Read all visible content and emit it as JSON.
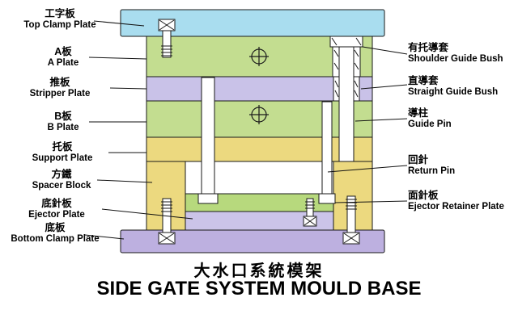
{
  "title": {
    "chinese": "大水口系統模架",
    "english": "SIDE GATE SYSTEM MOULD BASE"
  },
  "left_labels": [
    {
      "zh": "工字板",
      "en": "Top Clamp Plate"
    },
    {
      "zh": "A板",
      "en": "A Plate"
    },
    {
      "zh": "推板",
      "en": "Stripper Plate"
    },
    {
      "zh": "B板",
      "en": "B Plate"
    },
    {
      "zh": "托板",
      "en": "Support Plate"
    },
    {
      "zh": "方鐵",
      "en": "Spacer Block"
    },
    {
      "zh": "底針板",
      "en": "Ejector Plate"
    },
    {
      "zh": "底板",
      "en": "Bottom Clamp Plate"
    }
  ],
  "right_labels": [
    {
      "zh": "有托導套",
      "en": "Shoulder Guide Bush"
    },
    {
      "zh": "直導套",
      "en": "Straight Guide Bush"
    },
    {
      "zh": "導柱",
      "en": "Guide Pin"
    },
    {
      "zh": "回針",
      "en": "Return Pin"
    },
    {
      "zh": "面針板",
      "en": "Ejector Retainer Plate"
    }
  ],
  "colors": {
    "top_clamp_plate": "#a9ddef",
    "a_plate": "#c3dd90",
    "stripper_plate": "#c9c2e8",
    "b_plate": "#c3dd90",
    "support_plate": "#ecd97f",
    "spacer_block": "#ecd97f",
    "ejector_retainer_plate": "#b7d97d",
    "ejector_plate": "#cbc4e9",
    "bottom_clamp_plate": "#bdb0e0",
    "hardware": "#ffffff",
    "outline": "#1a1a1a",
    "background": "#ffffff",
    "text": "#000000"
  }
}
